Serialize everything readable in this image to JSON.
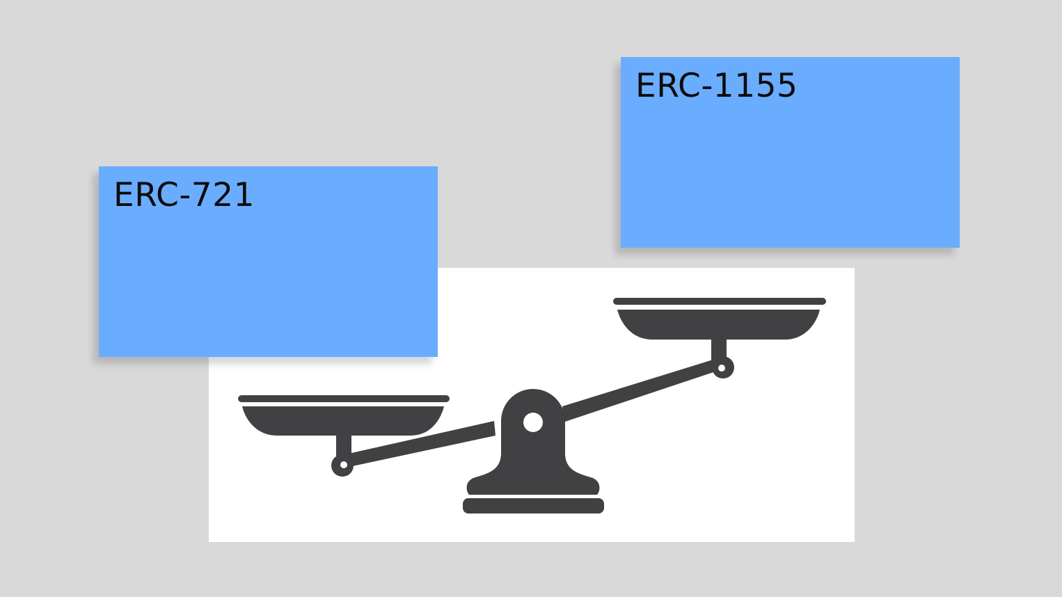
{
  "colors": {
    "background": "#d9d9d9",
    "note_fill": "#6aadff",
    "scale_panel": "#ffffff",
    "scale_icon": "#414143",
    "label_text": "#0c0c0c"
  },
  "notes": {
    "left": {
      "label": "ERC-721"
    },
    "right": {
      "label": "ERC-1155"
    }
  },
  "illustration": {
    "icon": "balance-scale-icon",
    "tilt": "right pan raised"
  }
}
